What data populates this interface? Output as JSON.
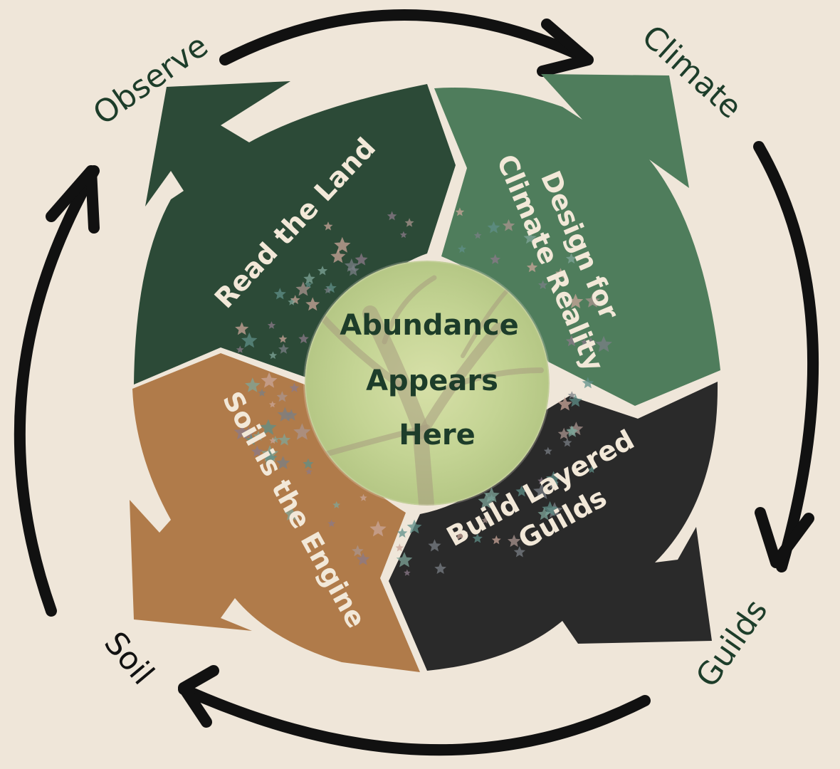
{
  "diagram": {
    "center": {
      "lines": [
        "Abundance",
        "Appears",
        "Here"
      ],
      "image": "tree-canopy-photo"
    },
    "segments": [
      {
        "id": "read-the-land",
        "lines": [
          "Read the Land"
        ],
        "color": "#2c4a37"
      },
      {
        "id": "design-for-climate",
        "lines": [
          "Design for",
          "Climate Reality"
        ],
        "color": "#4f7d5c"
      },
      {
        "id": "build-layered-guilds",
        "lines": [
          "Build Layered",
          "Guilds"
        ],
        "color": "#2a2a2a"
      },
      {
        "id": "soil-is-the-engine",
        "lines": [
          "Soil is the Engine"
        ],
        "color": "#b07b4a"
      }
    ],
    "outer_labels": [
      {
        "id": "observe",
        "text": "Observe",
        "color": "#1d3d2a"
      },
      {
        "id": "climate",
        "text": "Climate",
        "color": "#1d3d2a"
      },
      {
        "id": "guilds",
        "text": "Guilds",
        "color": "#1d3d2a"
      },
      {
        "id": "soil",
        "text": "Soil",
        "color": "#111111"
      }
    ],
    "colors": {
      "background": "#efe6d9",
      "cycle_arrows": "#111111",
      "label_text": "#f2e8d8"
    }
  }
}
